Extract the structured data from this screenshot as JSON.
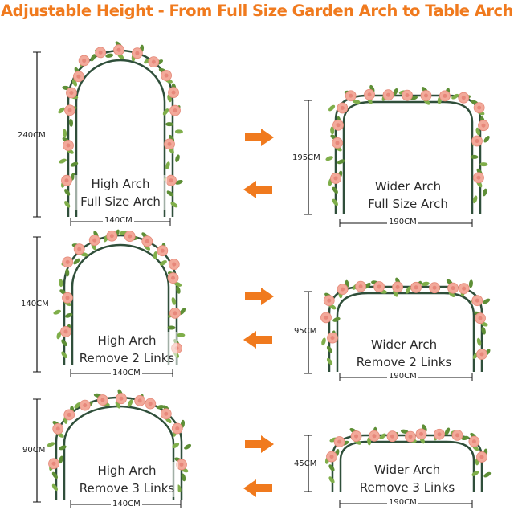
{
  "title": "Adjustable Height - From Full Size Garden Arch to Table Arch",
  "colors": {
    "accent": "#f07a1e",
    "frame": "#2f4f3a",
    "flower": "#f2a99a",
    "leaf": "#6f9f3f"
  },
  "rows": [
    {
      "left": {
        "height": "240CM",
        "width": "140CM",
        "line1": "High Arch",
        "line2": "Full Size Arch"
      },
      "right": {
        "height": "195CM",
        "width": "190CM",
        "line1": "Wider Arch",
        "line2": "Full Size Arch"
      }
    },
    {
      "left": {
        "height": "140CM",
        "width": "140CM",
        "line1": "High Arch",
        "line2": "Remove 2 Links"
      },
      "right": {
        "height": "95CM",
        "width": "190CM",
        "line1": "Wider Arch",
        "line2": "Remove 2 Links"
      }
    },
    {
      "left": {
        "height": "90CM",
        "width": "140CM",
        "line1": "High Arch",
        "line2": "Remove 3 Links"
      },
      "right": {
        "height": "45CM",
        "width": "190CM",
        "line1": "Wider Arch",
        "line2": "Remove 3 Links"
      }
    }
  ],
  "arrows": {
    "right": "arrow-right-icon",
    "left": "arrow-left-icon"
  }
}
